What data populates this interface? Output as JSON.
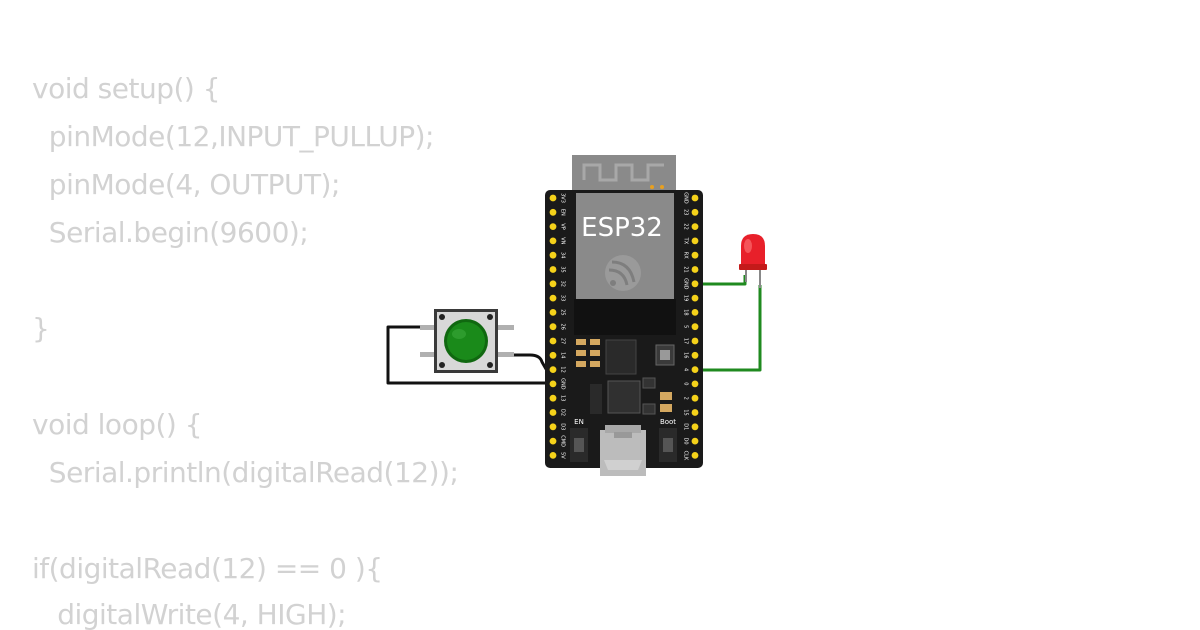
{
  "code": {
    "lines": [
      "void setup() {",
      "  pinMode(12,INPUT_PULLUP);",
      "  pinMode(4, OUTPUT);",
      "  Serial.begin(9600);",
      "",
      "}",
      "",
      "void loop() {",
      "  Serial.println(digitalRead(12));",
      "",
      "if(digitalRead(12) == 0 ){",
      "   digitalWrite(4, HIGH);"
    ]
  },
  "board": {
    "name": "ESP32",
    "left_pins": [
      "3V3",
      "EN",
      "VP",
      "VN",
      "34",
      "35",
      "32",
      "33",
      "25",
      "26",
      "27",
      "14",
      "12",
      "GND",
      "13",
      "D2",
      "D3",
      "CMD",
      "5V"
    ],
    "right_pins": [
      "GND",
      "23",
      "22",
      "TX",
      "RX",
      "21",
      "GND",
      "19",
      "18",
      "5",
      "17",
      "16",
      "4",
      "0",
      "2",
      "15",
      "D1",
      "D0",
      "CLK"
    ],
    "en_label": "EN",
    "boot_label": "Boot"
  },
  "components": {
    "button_color": "#1a8a1a",
    "led_color": "#e8202a",
    "wire_green": "#1f8a1f",
    "wire_black": "#111111"
  }
}
